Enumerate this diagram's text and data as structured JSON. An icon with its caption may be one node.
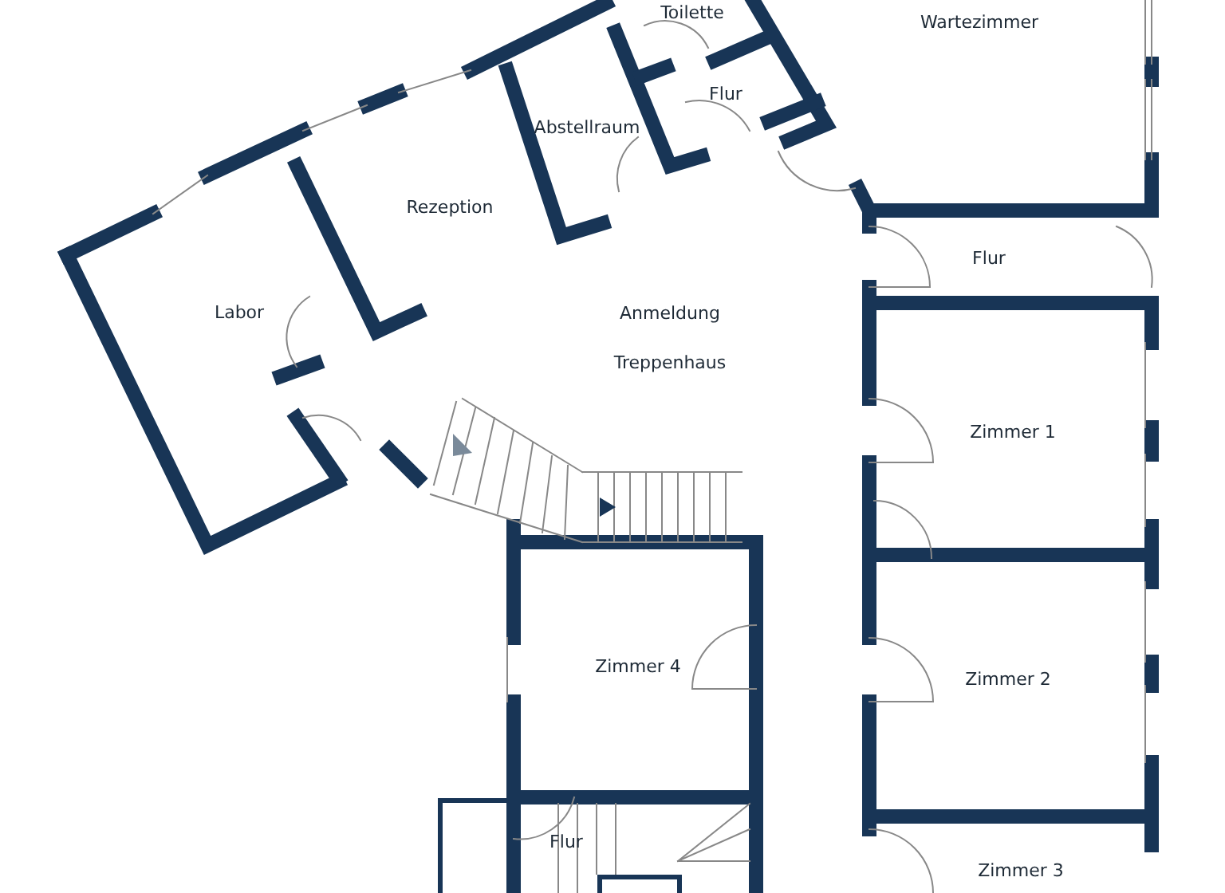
{
  "diagram": {
    "nodes": [
      {
        "text": [
          "Toilette"
        ]
      },
      {
        "text": [
          "Wartezimmer"
        ]
      },
      {
        "text": [
          "Abstellraum"
        ]
      },
      {
        "text": [
          "Flur"
        ]
      },
      {
        "text": [
          "Rezeption"
        ]
      },
      {
        "text": [
          "Labor"
        ]
      },
      {
        "text": [
          "Anmeldung",
          "Treppenhaus"
        ]
      },
      {
        "text": [
          "Flur"
        ]
      },
      {
        "text": [
          "Zimmer 1"
        ]
      },
      {
        "text": [
          "Zimmer 4"
        ]
      },
      {
        "text": [
          "Zimmer 2"
        ]
      },
      {
        "text": [
          "Flur"
        ]
      },
      {
        "text": [
          "Zimmer 3"
        ]
      }
    ],
    "edges": []
  }
}
